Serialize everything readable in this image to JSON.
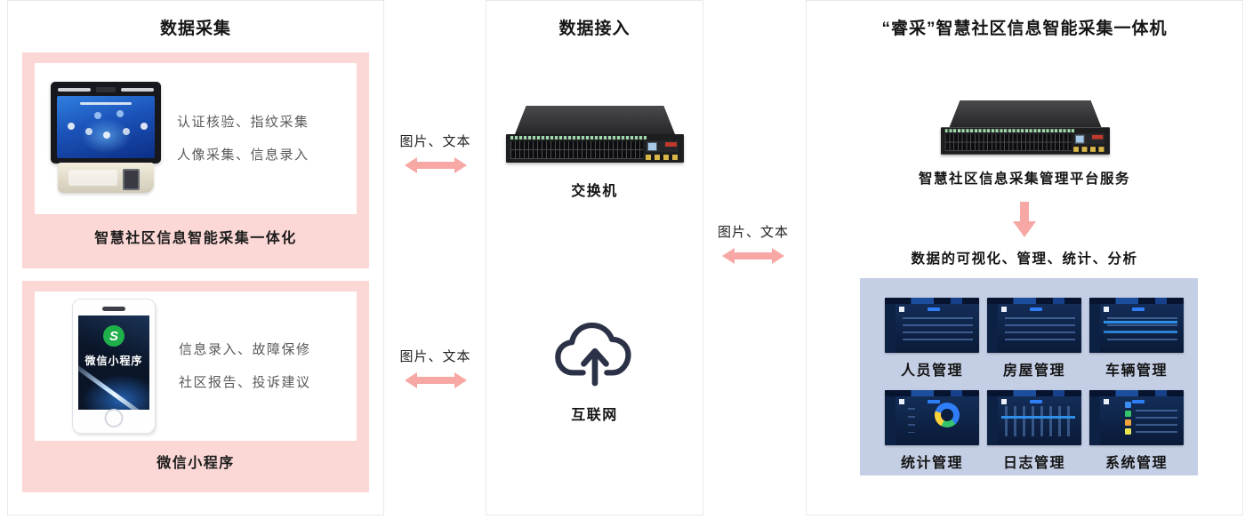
{
  "left_card": {
    "title": "数据采集",
    "modules": [
      {
        "device": "collection-kiosk",
        "desc_lines": [
          "认证核验、指纹采集",
          "人像采集、信息录入"
        ],
        "label": "智慧社区信息智能采集一体化"
      },
      {
        "device": "wechat-phone",
        "logo_glyph": "S",
        "screen_label": "微信小程序",
        "desc_lines": [
          "信息录入、故障保修",
          "社区报告、投诉建议"
        ],
        "label": "微信小程序"
      }
    ]
  },
  "middle_card": {
    "title": "数据接入",
    "switch_label": "交换机",
    "cloud_label": "互联网"
  },
  "right_card": {
    "title": "“睿采”智慧社区信息智能采集一体机",
    "server_label": "智慧社区信息采集管理平台服务",
    "flow_caption": "数据的可视化、管理、统计、分析",
    "dashboard_modules": [
      {
        "label": "人员管理",
        "thumb": "table"
      },
      {
        "label": "房屋管理",
        "thumb": "table"
      },
      {
        "label": "车辆管理",
        "thumb": "table-highlight"
      },
      {
        "label": "统计管理",
        "thumb": "donut"
      },
      {
        "label": "日志管理",
        "thumb": "logs"
      },
      {
        "label": "系统管理",
        "thumb": "system"
      }
    ]
  },
  "links": [
    {
      "label": "图片、文本"
    },
    {
      "label": "图片、文本"
    },
    {
      "label": "图片、文本"
    }
  ],
  "colors": {
    "pink_fill": "#fbd7d5",
    "arrow_pink": "#f7a8a5",
    "panel_blue": "#c4cee4",
    "dashboard_navy": "#0b1c3a",
    "cloud_navy": "#2b3147"
  }
}
